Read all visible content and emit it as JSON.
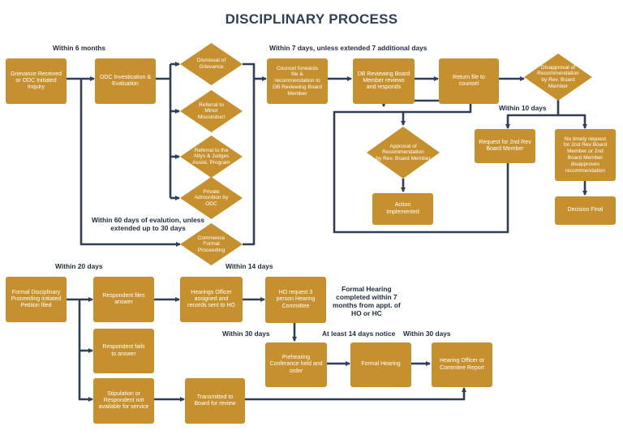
{
  "title": "DISCIPLINARY PROCESS",
  "notes": {
    "six_months": "Within 6 months",
    "seven_days": "Within 7 days, unless extended 7 additional days",
    "ten_days": "Within 10 days",
    "sixty_days": "Within 60 days of evalution, unless\nextended up to 30 days",
    "twenty_days": "Within 20 days",
    "fourteen_days": "Within 14 days",
    "formal_hearing": "Formal Hearing\ncompleted within 7\nmonths from appt. of\nHO or HC",
    "thirty_days_a": "Within 30 days",
    "fourteen_notice": "At least 14 days notice",
    "thirty_days_b": "Within 30 days"
  },
  "nodes": {
    "grievance": "Grievance Received\nor ODC Initiated\nInquiry",
    "odc_investigation": "ODC Investication &\nEvaluation",
    "dismissal": "Dismissal of\nGrievance",
    "minor": "Referral to\nMinor\nMisconduct",
    "attys": "Referral to the\nAttys & Judges\nAssist. Program",
    "private": "Private\nAdmonition by\nODC",
    "formal": "Commence\nFormal\nProceeding",
    "council": "Councel forwards\nfile &\nrecommendation to\nDB Reviewing Board\nMember",
    "db_review": "DB Reviewing Board\nMember reviews\nand responds",
    "return_file": "Return file to\ncounsel",
    "disapproval": "Disapproval of\nRecommendation\nby Rev. Board\nMember",
    "approval": "Approval of\nRecommendation\nby Rev. Board Member",
    "action": "Action\nImplemented",
    "request_2nd": "Request for 2nd Rev\nBoard Member",
    "no_timely": "No timely request\nfor 2nd Rev Board\nMember or 2nd\nBoard Member\ndisapproves\nrecommendation",
    "decision": "Decision Final",
    "petition": "Formal Disciplinary\nProceeding initiated\nPetition filed",
    "respondent_files": "Respondent files\nanswer",
    "respondent_fails": "Respondent fails\nto answer",
    "stipulation": "Stipulation or\nRespondent not\navailable for service",
    "hearings_officer": "Hearings Officer\nassigned and\nrecords sent to HO",
    "ho_request": "HO request 3\nperson Hearing\nCommittee",
    "prehearing": "Prehearing\nConferance held and\norder",
    "formal_hearing": "Formal Hearing",
    "report": "Hearing Officer or\nCommitee Report",
    "transmitted": "Transmitted to\nBoard for review"
  },
  "colors": {
    "box": "#c7902f",
    "line": "#2f3f57",
    "text_dark": "#1f2b3d"
  }
}
